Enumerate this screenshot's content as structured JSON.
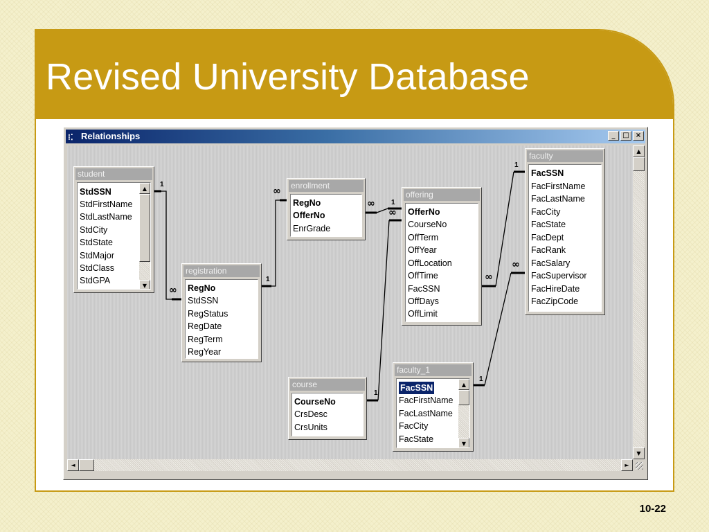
{
  "slide": {
    "title": "Revised University Database",
    "number": "10-22"
  },
  "window": {
    "title": "Relationships",
    "buttons": {
      "minimize": "_",
      "maximize": "□",
      "close": "×"
    }
  },
  "tables": {
    "student": {
      "name": "student",
      "fields": [
        "StdSSN",
        "StdFirstName",
        "StdLastName",
        "StdCity",
        "StdState",
        "StdMajor",
        "StdClass",
        "StdGPA"
      ]
    },
    "registration": {
      "name": "registration",
      "fields": [
        "RegNo",
        "StdSSN",
        "RegStatus",
        "RegDate",
        "RegTerm",
        "RegYear"
      ]
    },
    "enrollment": {
      "name": "enrollment",
      "fields": [
        "RegNo",
        "OfferNo",
        "EnrGrade"
      ]
    },
    "offering": {
      "name": "offering",
      "fields": [
        "OfferNo",
        "CourseNo",
        "OffTerm",
        "OffYear",
        "OffLocation",
        "OffTime",
        "FacSSN",
        "OffDays",
        "OffLimit"
      ]
    },
    "faculty": {
      "name": "faculty",
      "fields": [
        "FacSSN",
        "FacFirstName",
        "FacLastName",
        "FacCity",
        "FacState",
        "FacDept",
        "FacRank",
        "FacSalary",
        "FacSupervisor",
        "FacHireDate",
        "FacZipCode"
      ]
    },
    "course": {
      "name": "course",
      "fields": [
        "CourseNo",
        "CrsDesc",
        "CrsUnits"
      ]
    },
    "faculty_1": {
      "name": "faculty_1",
      "fields": [
        "FacSSN",
        "FacFirstName",
        "FacLastName",
        "FacCity",
        "FacState"
      ]
    }
  },
  "cardinality": {
    "one": "1",
    "many": "∞"
  },
  "icons": {
    "window": "relationships-icon",
    "scroll_up": "▲",
    "scroll_down": "▼",
    "scroll_left": "◄",
    "scroll_right": "►"
  },
  "colors": {
    "accent": "#c79a14",
    "window_title_start": "#0a246a",
    "window_title_end": "#a6caf0",
    "table_header": "#a8a8a8"
  }
}
